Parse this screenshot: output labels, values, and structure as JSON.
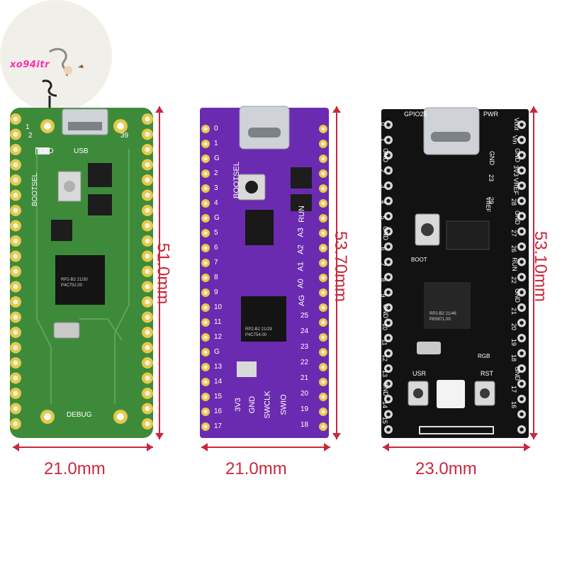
{
  "watermark": {
    "text": "xo94itr"
  },
  "colors": {
    "dimension": "#c8283c",
    "board1_pcb": "#3d8b3a",
    "board2_pcb": "#6b2bb0",
    "board3_pcb": "#121212",
    "pad_gold": "#e6c94a"
  },
  "board1": {
    "silk": {
      "led": "LED",
      "usb": "USB",
      "bootsel": "BOOTSEL",
      "debug": "DEBUG",
      "pin1": "1",
      "pin2": "2",
      "pin39": "39",
      "chip_line1": "RP2-B2   21/30",
      "chip_line2": "P4C752.00"
    }
  },
  "board2": {
    "left_pins": [
      "0",
      "1",
      "G",
      "2",
      "3",
      "4",
      "G",
      "5",
      "6",
      "7",
      "8",
      "9",
      "10",
      "11",
      "12",
      "G",
      "13",
      "14",
      "15",
      "16",
      "17"
    ],
    "right_pins": [
      "25",
      "24",
      "23",
      "22",
      "21",
      "20",
      "19",
      "18"
    ],
    "side_labels": [
      "AG",
      "A0",
      "A1",
      "A2",
      "A3",
      "RUN"
    ],
    "bottom_labels": [
      "3V3",
      "GND",
      "SWCLK",
      "SWIO"
    ],
    "silk": {
      "bootsel": "BOOTSEL",
      "chip_line1": "RP2-B2  21/29",
      "chip_line2": "P4C754.00"
    }
  },
  "board3": {
    "top_labels": [
      "GPIO25",
      "PWR"
    ],
    "left_pins": [
      "0",
      "1",
      "GND",
      "2",
      "3",
      "4",
      "5",
      "GND",
      "6",
      "7",
      "8",
      "9",
      "GND",
      "10",
      "11",
      "12",
      "13",
      "GND",
      "14",
      "15"
    ],
    "right_pins": [
      "Vout",
      "Vin",
      "GND",
      "3V3",
      "VREF",
      "28",
      "GND",
      "27",
      "26",
      "RUN",
      "22",
      "GND",
      "21",
      "20",
      "19",
      "18",
      "GND",
      "17",
      "16"
    ],
    "right_top": [
      "Vin",
      "Vout"
    ],
    "inner_labels": [
      "GND",
      "23",
      "29",
      "VREF",
      "BOOT",
      "RGB",
      "USR",
      "RST"
    ],
    "silk": {
      "chip_line1": "RP2-B2   21/46",
      "chip_line2": "P8S871.00"
    }
  },
  "dimensions": {
    "board1_width": "21.0mm",
    "board1_height": "51.0mm",
    "board2_width": "21.0mm",
    "board2_height": "53.70mm",
    "board3_width": "23.0mm",
    "board3_height": "53.10mm"
  }
}
